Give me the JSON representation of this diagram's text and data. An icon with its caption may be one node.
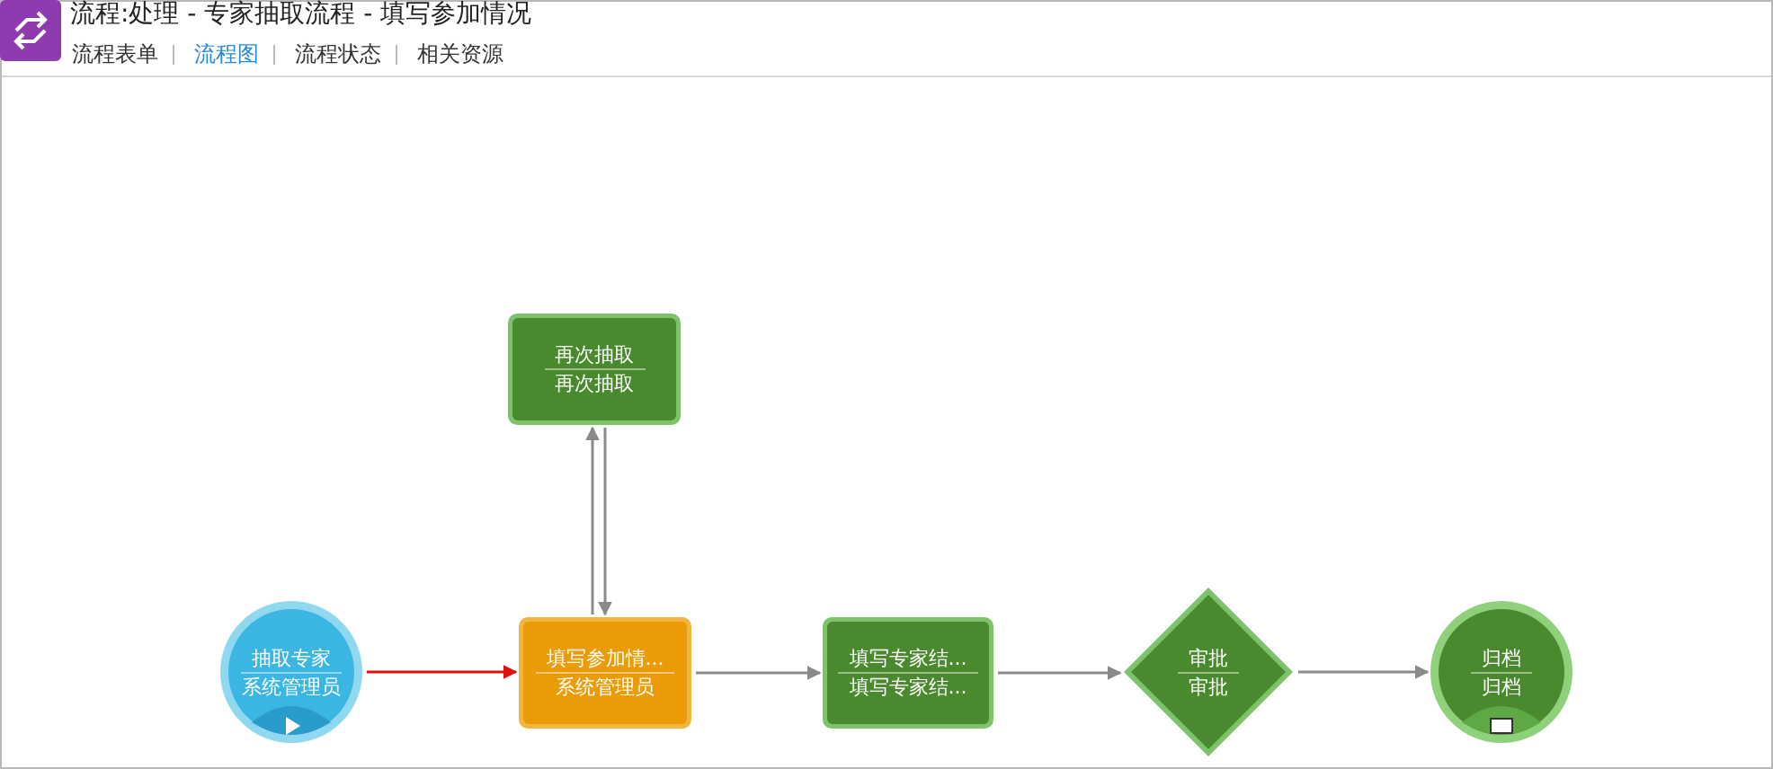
{
  "diagram": {
    "title": "流程:处理 - 专家抽取流程 - 填写参加情况",
    "nodes": [
      {
        "text": [
          "抽取专家",
          "系统管理员"
        ]
      },
      {
        "text": [
          "填写参加情...",
          "系统管理员"
        ]
      },
      {
        "text": [
          "再次抽取",
          "再次抽取"
        ]
      },
      {
        "text": [
          "填写专家结...",
          "填写专家结..."
        ]
      },
      {
        "text": [
          "审批",
          "审批"
        ]
      },
      {
        "text": [
          "归档",
          "归档"
        ]
      }
    ],
    "edges": [
      {
        "from": 0,
        "to": 1,
        "arrow": "to",
        "color": "#e01010"
      },
      {
        "from": 1,
        "to": 2,
        "arrow": "to"
      },
      {
        "from": 2,
        "to": 1,
        "arrow": "to"
      },
      {
        "from": 1,
        "to": 3,
        "arrow": "to"
      },
      {
        "from": 3,
        "to": 4,
        "arrow": "to"
      },
      {
        "from": 4,
        "to": 5,
        "arrow": "to"
      }
    ],
    "labels": [
      "流程表单",
      "流程图",
      "流程状态",
      "相关资源"
    ]
  }
}
